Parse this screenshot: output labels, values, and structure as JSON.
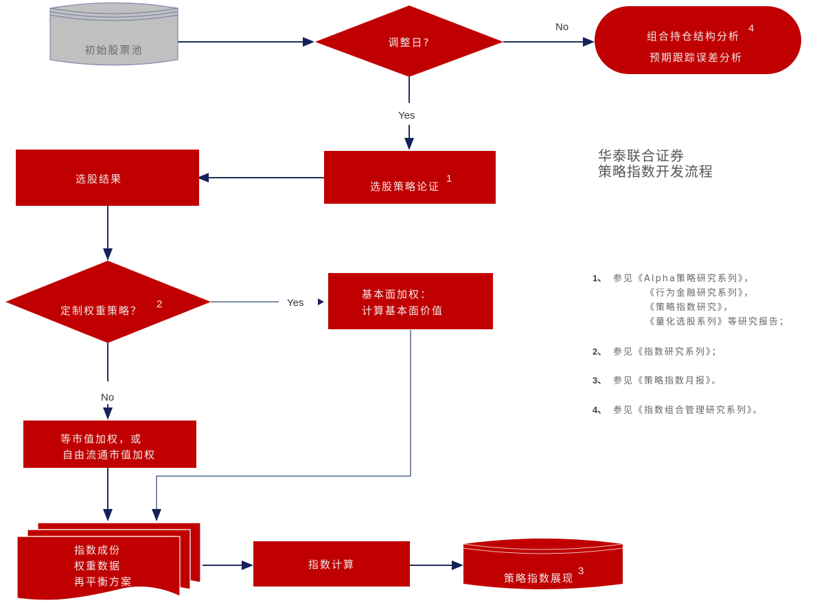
{
  "colors": {
    "node_fill": "#c00000",
    "pool_fill": "#c0c0c0",
    "edge": "#1f2d5a",
    "text_light": "#f3e6e6"
  },
  "title": {
    "line1": "华泰联合证券",
    "line2": "策略指数开发流程"
  },
  "nodes": {
    "initial_pool": {
      "label": "初始股票池",
      "shape": "cylinder"
    },
    "rebalance_day": {
      "label": "调整日?",
      "shape": "diamond"
    },
    "portfolio_analysis": {
      "line1": "组合持仓结构分析",
      "line2": "预期跟踪误差分析",
      "sup": "4",
      "shape": "terminator"
    },
    "stock_selection_strategy": {
      "label": "选股策略论证",
      "sup": "1",
      "shape": "rect"
    },
    "stock_selection_result": {
      "label": "选股结果",
      "shape": "rect"
    },
    "custom_weight": {
      "label": "定制权重策略？",
      "sup": "2",
      "shape": "diamond"
    },
    "fundamental_weight": {
      "line1": "基本面加权：",
      "line2": "计算基本面价值",
      "shape": "rect"
    },
    "market_cap_weight": {
      "line1": "等市值加权，或",
      "line2": "自由流通市值加权",
      "shape": "rect"
    },
    "index_documents": {
      "line1": "指数成份",
      "line2": "权重数据",
      "line3": "再平衡方案",
      "shape": "multi-document"
    },
    "index_calc": {
      "label": "指数计算",
      "shape": "rect"
    },
    "index_display": {
      "label": "策略指数展现",
      "sup": "3",
      "shape": "cylinder"
    }
  },
  "edge_labels": {
    "rebalance_no": "No",
    "rebalance_yes": "Yes",
    "custom_yes": "Yes",
    "custom_no": "No"
  },
  "notes": [
    {
      "num": "1、",
      "lines": [
        "参见《Alpha策略研究系列》，",
        "《行为金融研究系列》，",
        "《策略指数研究》，",
        "《量化选股系列》等研究报告；"
      ]
    },
    {
      "num": "2、",
      "lines": [
        "参见《指数研究系列》；"
      ]
    },
    {
      "num": "3、",
      "lines": [
        "参见《策略指数月报》。"
      ]
    },
    {
      "num": "4、",
      "lines": [
        "参见《指数组合管理研究系列》。"
      ]
    }
  ]
}
